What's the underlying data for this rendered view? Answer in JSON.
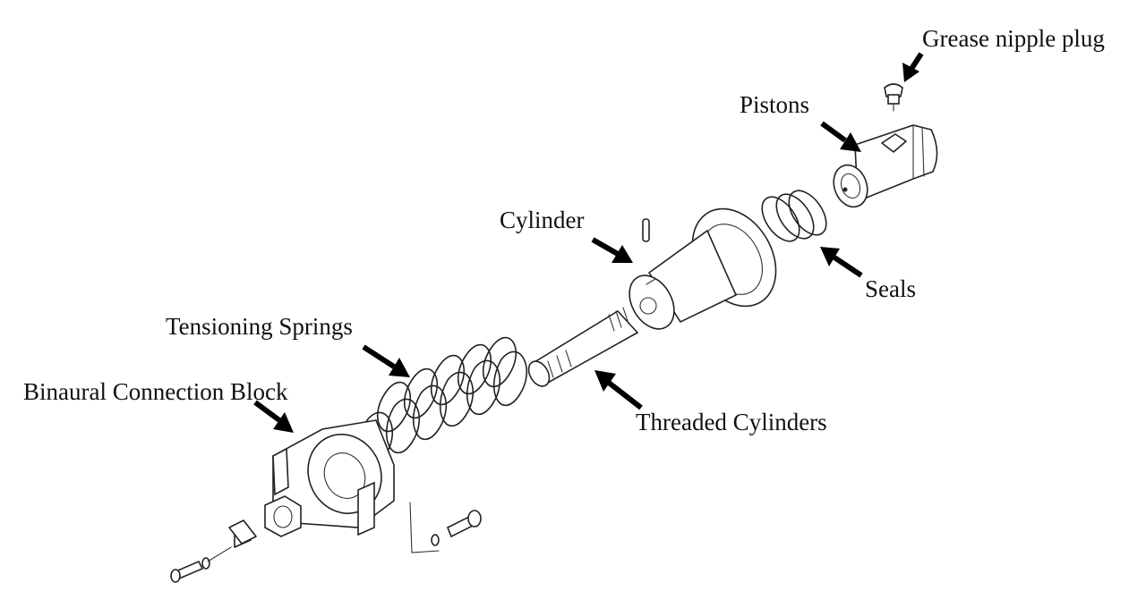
{
  "labels": {
    "grease_nipple_plug": "Grease nipple plug",
    "pistons": "Pistons",
    "cylinder": "Cylinder",
    "seals": "Seals",
    "tensioning_springs": "Tensioning Springs",
    "threaded_cylinders": "Threaded Cylinders",
    "binaural_connection_block": "Binaural Connection Block"
  },
  "colors": {
    "line": "#222222",
    "arrow": "#000000",
    "background": "#ffffff"
  },
  "icons": {
    "pointer": "black-arrow-icon"
  }
}
